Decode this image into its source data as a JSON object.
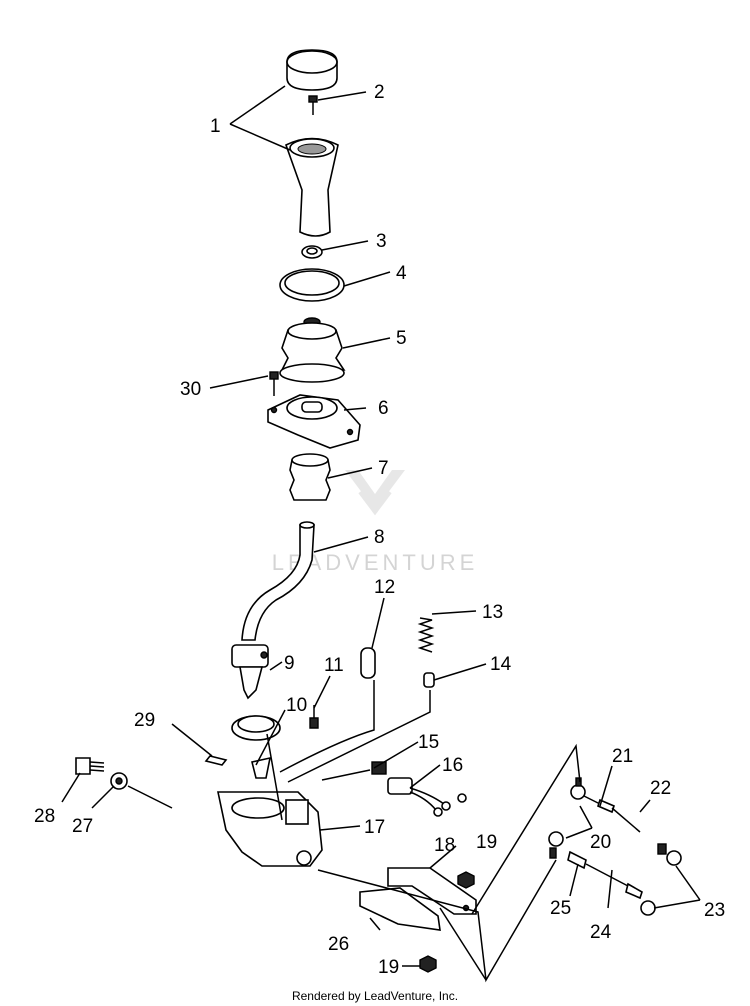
{
  "watermark": "LEADVENTURE",
  "footer": "Rendered by LeadVenture, Inc.",
  "callouts": [
    "1",
    "2",
    "3",
    "4",
    "5",
    "6",
    "7",
    "8",
    "9",
    "10",
    "11",
    "12",
    "13",
    "14",
    "15",
    "16",
    "17",
    "18",
    "19",
    "19",
    "20",
    "21",
    "22",
    "23",
    "24",
    "25",
    "26",
    "27",
    "28",
    "29",
    "30"
  ]
}
